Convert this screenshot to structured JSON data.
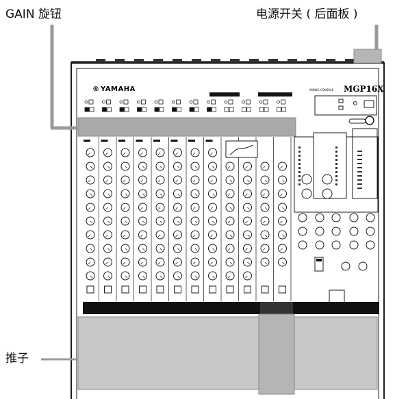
{
  "labels": {
    "gain_knob": "GAIN 旋钮",
    "power_switch": "电源开关 ( 后面板 )",
    "faders": "推子"
  },
  "mixer": {
    "brand": "YAMAHA",
    "brand_mark": "®",
    "model_prefix": "MIXING CONSOLE",
    "model": "MGP16X"
  },
  "colors": {
    "panel": "#ffffff",
    "outline": "#1a1a1a",
    "highlight": "#a9a9a9",
    "black_strip": "#111111",
    "fader_area": "#c8c8c8"
  },
  "icons": {
    "gain_knob": "knob-icon",
    "fader": "fader-icon",
    "power_switch": "power-switch-icon"
  }
}
